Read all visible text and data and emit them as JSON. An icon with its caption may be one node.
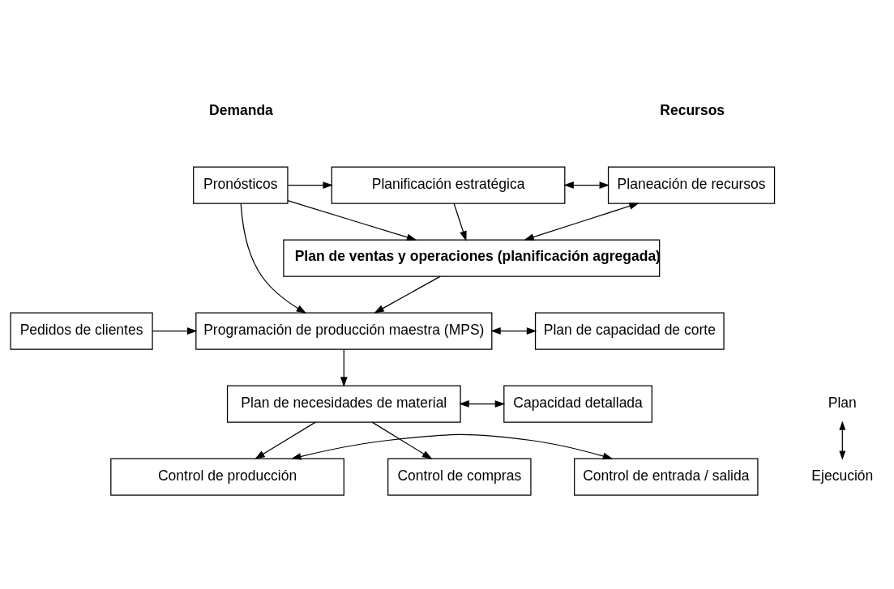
{
  "diagram": {
    "nodes": [
      {
        "text": [
          "Planificación estratégica"
        ]
      },
      {
        "text": [
          "Pronósticos"
        ]
      },
      {
        "text": [
          "Planeación de recursos"
        ]
      },
      {
        "text": [
          "Plan de ventas y operaciones (planificación agregada)"
        ]
      },
      {
        "text": [
          "Pedidos de clientes"
        ]
      },
      {
        "text": [
          "Plan de capacidad de corte"
        ]
      },
      {
        "text": [
          "Programación de producción maestra (MPS)"
        ]
      },
      {
        "text": [
          "Capacidad detallada"
        ]
      },
      {
        "text": [
          "Plan de necesidades de material"
        ]
      },
      {
        "text": [
          "Control de compras"
        ]
      },
      {
        "text": [
          "Control de producción"
        ]
      },
      {
        "text": [
          "Control de entrada / salida"
        ]
      }
    ],
    "edges": [
      {
        "from": 1,
        "to": 0,
        "arrow": "to"
      },
      {
        "from": 1,
        "to": 3,
        "arrow": "to"
      },
      {
        "from": 1,
        "to": 6,
        "arrow": "to"
      },
      {
        "from": 4,
        "to": 6,
        "arrow": "to"
      },
      {
        "from": 0,
        "to": 3,
        "arrow": "to"
      },
      {
        "from": 3,
        "to": 6,
        "arrow": "to"
      },
      {
        "from": 6,
        "to": 8,
        "arrow": "to"
      },
      {
        "from": 0,
        "to": 2,
        "arrow": "both"
      },
      {
        "from": 3,
        "to": 2,
        "arrow": "both"
      },
      {
        "from": 6,
        "to": 5,
        "arrow": "both"
      },
      {
        "from": 8,
        "to": 7,
        "arrow": "both"
      },
      {
        "from": 8,
        "to": 9,
        "arrow": "to"
      },
      {
        "from": 8,
        "to": 10,
        "arrow": "to"
      },
      {
        "from": 10,
        "to": 11,
        "arrow": "both"
      }
    ],
    "labels": [
      "Demanda",
      "Recursos",
      "Plan",
      "Ejecución"
    ]
  }
}
